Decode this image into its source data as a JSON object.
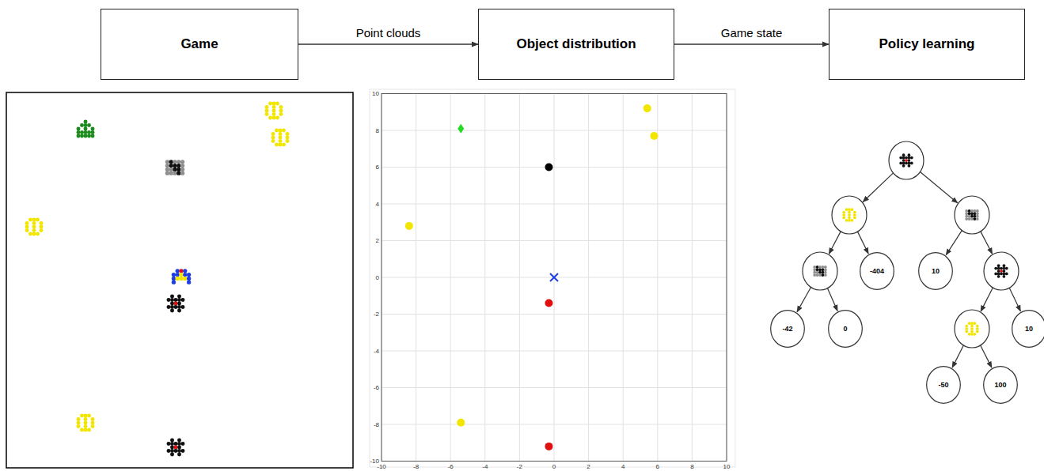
{
  "diagram": {
    "nodes": [
      {
        "text": [
          "Game"
        ]
      },
      {
        "text": [
          "Object distribution"
        ]
      },
      {
        "text": [
          "Policy learning"
        ]
      },
      {
        "text": [
          "-404"
        ]
      },
      {
        "text": [
          "10"
        ]
      },
      {
        "text": [
          "-42"
        ]
      },
      {
        "text": [
          "0"
        ]
      },
      {
        "text": [
          "10"
        ]
      },
      {
        "text": [
          "-50"
        ]
      },
      {
        "text": [
          "100"
        ]
      }
    ],
    "edges": [
      {
        "from": 0,
        "to": 1,
        "label": "Point clouds",
        "arrow": "to"
      },
      {
        "from": 1,
        "to": 2,
        "label": "Game state",
        "arrow": "to"
      }
    ],
    "labels": [
      "10",
      "8",
      "6",
      "4",
      "2",
      "0",
      "-2",
      "-4",
      "-6",
      "-8",
      "-10",
      "-10",
      "-8",
      "-6",
      "-4",
      "-2",
      "0",
      "2",
      "4",
      "6",
      "8",
      "10"
    ]
  }
}
